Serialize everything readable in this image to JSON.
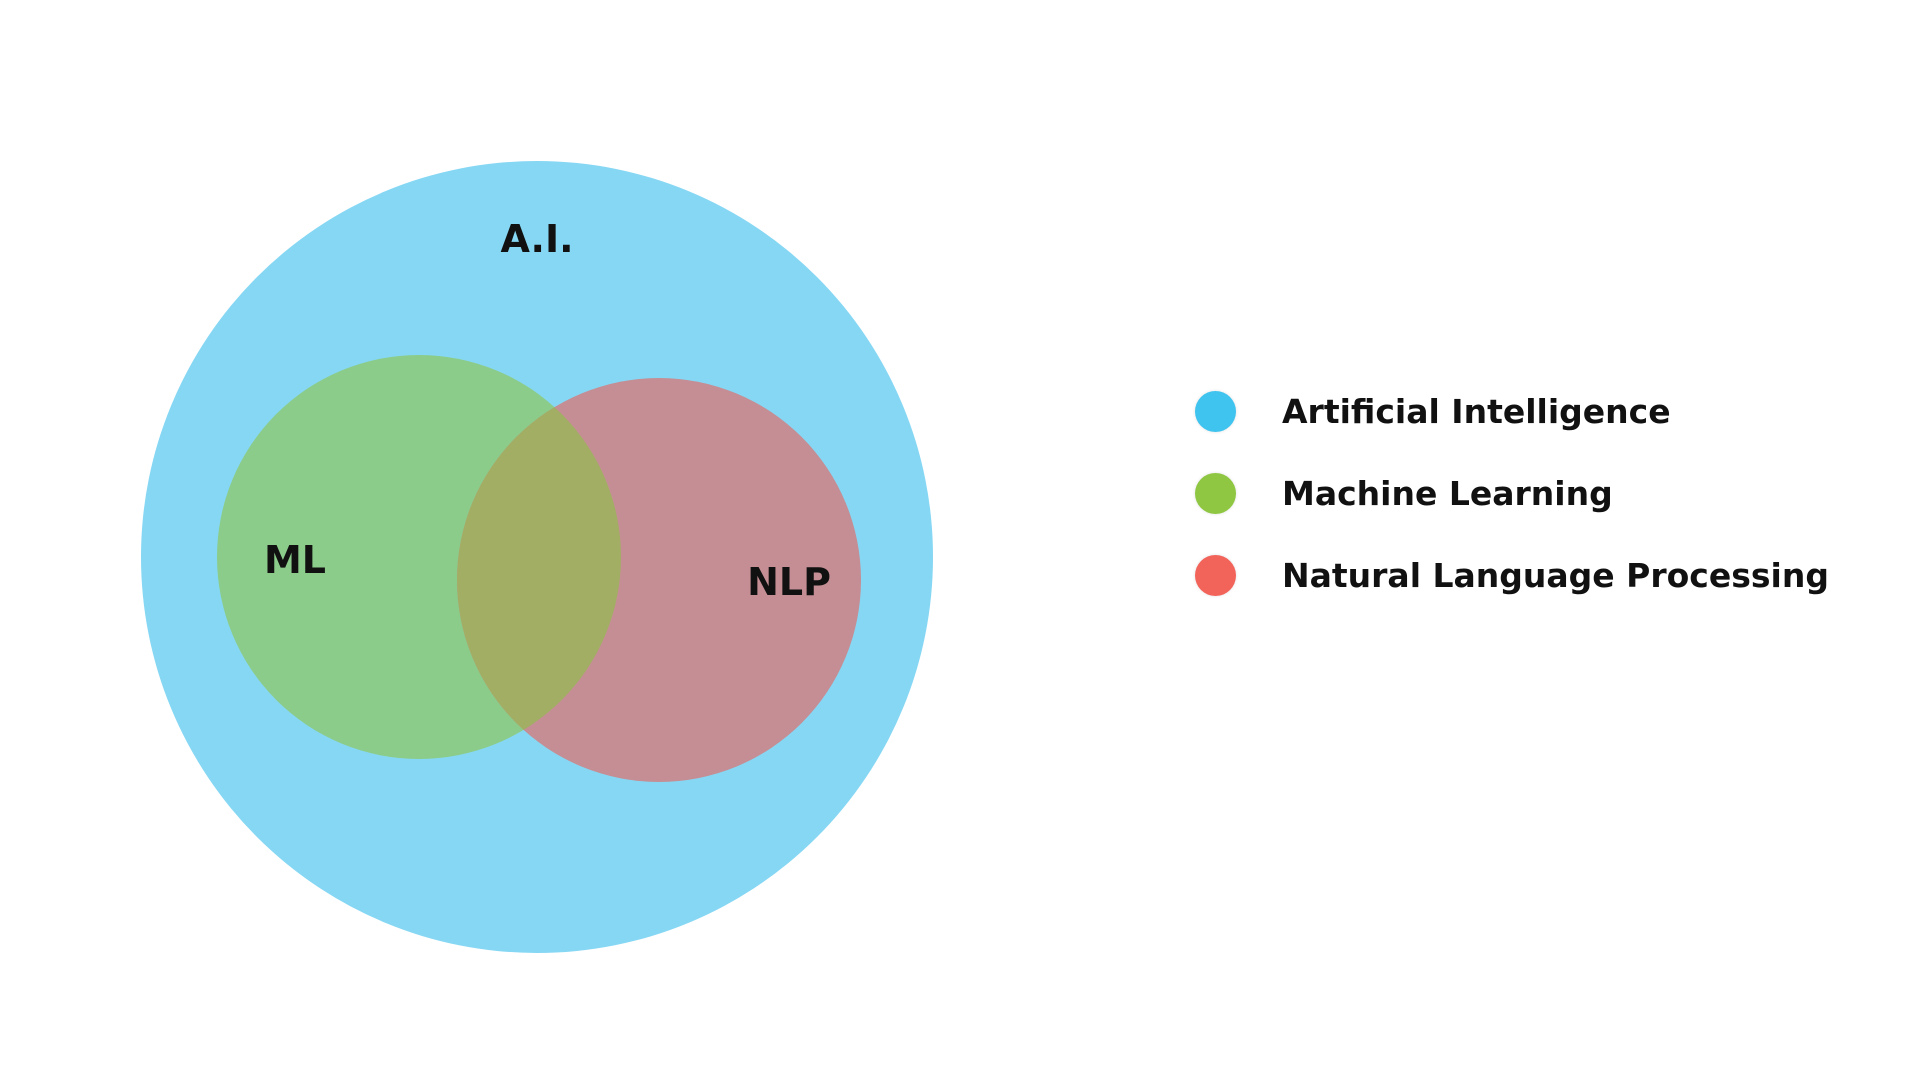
{
  "diagram": {
    "sets": [
      {
        "id": "ai",
        "label": "A.I.",
        "color": "#86d7f4"
      },
      {
        "id": "ml",
        "label": "ML",
        "color": "#8bcc8a"
      },
      {
        "id": "nlp",
        "label": "NLP",
        "color": "#c48e94"
      }
    ],
    "overlap_color": "#a3ae65"
  },
  "legend": {
    "items": [
      {
        "label": "Artificial Intelligence",
        "color": "#3fc3ef"
      },
      {
        "label": "Machine Learning",
        "color": "#8fc742"
      },
      {
        "label": "Natural Language Processing",
        "color": "#f2635a"
      }
    ]
  }
}
